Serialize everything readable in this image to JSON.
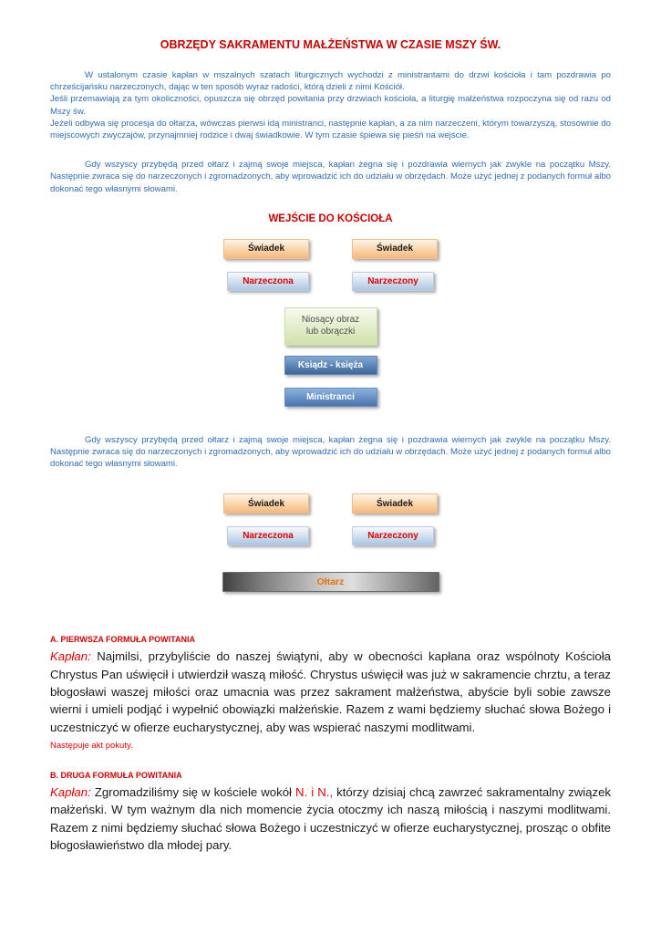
{
  "title": "OBRZĘDY SAKRAMENTU MAŁŻEŃSTWA W CZASIE MSZY ŚW.",
  "intro": {
    "p1": "W ustalonym czasie kapłan w mszalnych szatach liturgicznych wychodzi z ministrantami do drzwi kościoła i tam pozdrawia po chrześcijańsku narzeczonych, dając w ten sposób wyraz radości, którą dzieli z nimi Kościół.",
    "p2": "Jeśli przemawiają za tym okoliczności, opuszcza się obrzęd powitania przy drzwiach kościoła, a liturgię małżeństwa rozpoczyna się od razu od Mszy św.",
    "p3": "Jeżeli odbywa się procesja do ołtarza, wówczas pierwsi idą ministranci, następnie kapłan, a za nim narzeczeni, którym towarzyszą, stosownie do miejscowych zwyczajów, przynajmniej rodzice i dwaj świadkowie. W tym czasie śpiewa się pieśń na wejście.",
    "p4": "Gdy wszyscy przybędą przed ołtarz i zajmą swoje miejsca, kapłan żegna się i pozdrawia wiernych jak zwykle na początku Mszy. Następnie zwraca się do narzeczonych i zgromadzonych, aby wprowadzić ich do udziału w obrzędach. Może użyć jednej z podanych formuł albo dokonać tego własnymi słowami."
  },
  "entrance_diagram": {
    "heading": "WEJŚCIE DO KOŚCIOŁA",
    "witness_left": "Świadek",
    "witness_right": "Świadek",
    "bride": "Narzeczona",
    "groom": "Narzeczony",
    "bearer": "Niosący obraz lub obrączki",
    "priests": "Ksiądz - księża",
    "servers": "Ministranci"
  },
  "repeat_paragraph": "Gdy wszyscy przybędą przed ołtarz i zajmą swoje miejsca, kapłan żegna się i pozdrawia wiernych jak zwykle na początku Mszy. Następnie zwraca się do narzeczonych i zgromadzonych, aby wprowadzić ich do udziału w obrzędach. Może użyć jednej z podanych formuł albo dokonać tego własnymi słowami.",
  "altar_diagram": {
    "witness_left": "Świadek",
    "witness_right": "Świadek",
    "bride": "Narzeczona",
    "groom": "Narzeczony",
    "altar": "Ołtarz"
  },
  "formula_a": {
    "heading": "A. PIERWSZA FORMUŁA POWITANIA",
    "speaker": "Kapłan:",
    "text": "Najmilsi, przybyliście do naszej świątyni, aby w obecności kapłana oraz wspólnoty Kościoła Chrystus Pan uświęcił i utwierdził waszą miłość. Chrystus uświęcił was już w sakramencie chrztu, a teraz błogosławi waszej miłości oraz umacnia was przez sakrament małżeństwa, abyście byli sobie zawsze wierni i umieli podjąć i wypełnić obowiązki małżeńskie. Razem z wami będziemy słuchać słowa Bożego i uczestniczyć w ofierze eucharystycznej, aby was wspierać naszymi modlitwami.",
    "note": "Następuje akt pokuty."
  },
  "formula_b": {
    "heading": "B. DRUGA FORMUŁA POWITANIA",
    "speaker": "Kapłan:",
    "text_before": "Zgromadziliśmy się w kościele wokół",
    "names": "N. i N.,",
    "text_after": "którzy dzisiaj chcą zawrzeć sakramentalny związek małżeński. W tym ważnym dla nich momencie życia otoczmy ich naszą miłością i naszymi modlitwami. Razem z nimi będziemy słuchać słowa Bożego i uczestniczyć w ofierze eucharystycznej, prosząc o obfite błogosławieństwo dla młodej pary."
  },
  "colors": {
    "body_blue": "#2e6db5",
    "accent_red": "#cc0000",
    "witness_box_fill": "#f6b87c",
    "couple_box_fill": "#abc6e2",
    "bearer_box_fill": "#cfe2a9",
    "priest_box_fill": "#4a74ab",
    "altar_text_orange": "#e8700d"
  }
}
